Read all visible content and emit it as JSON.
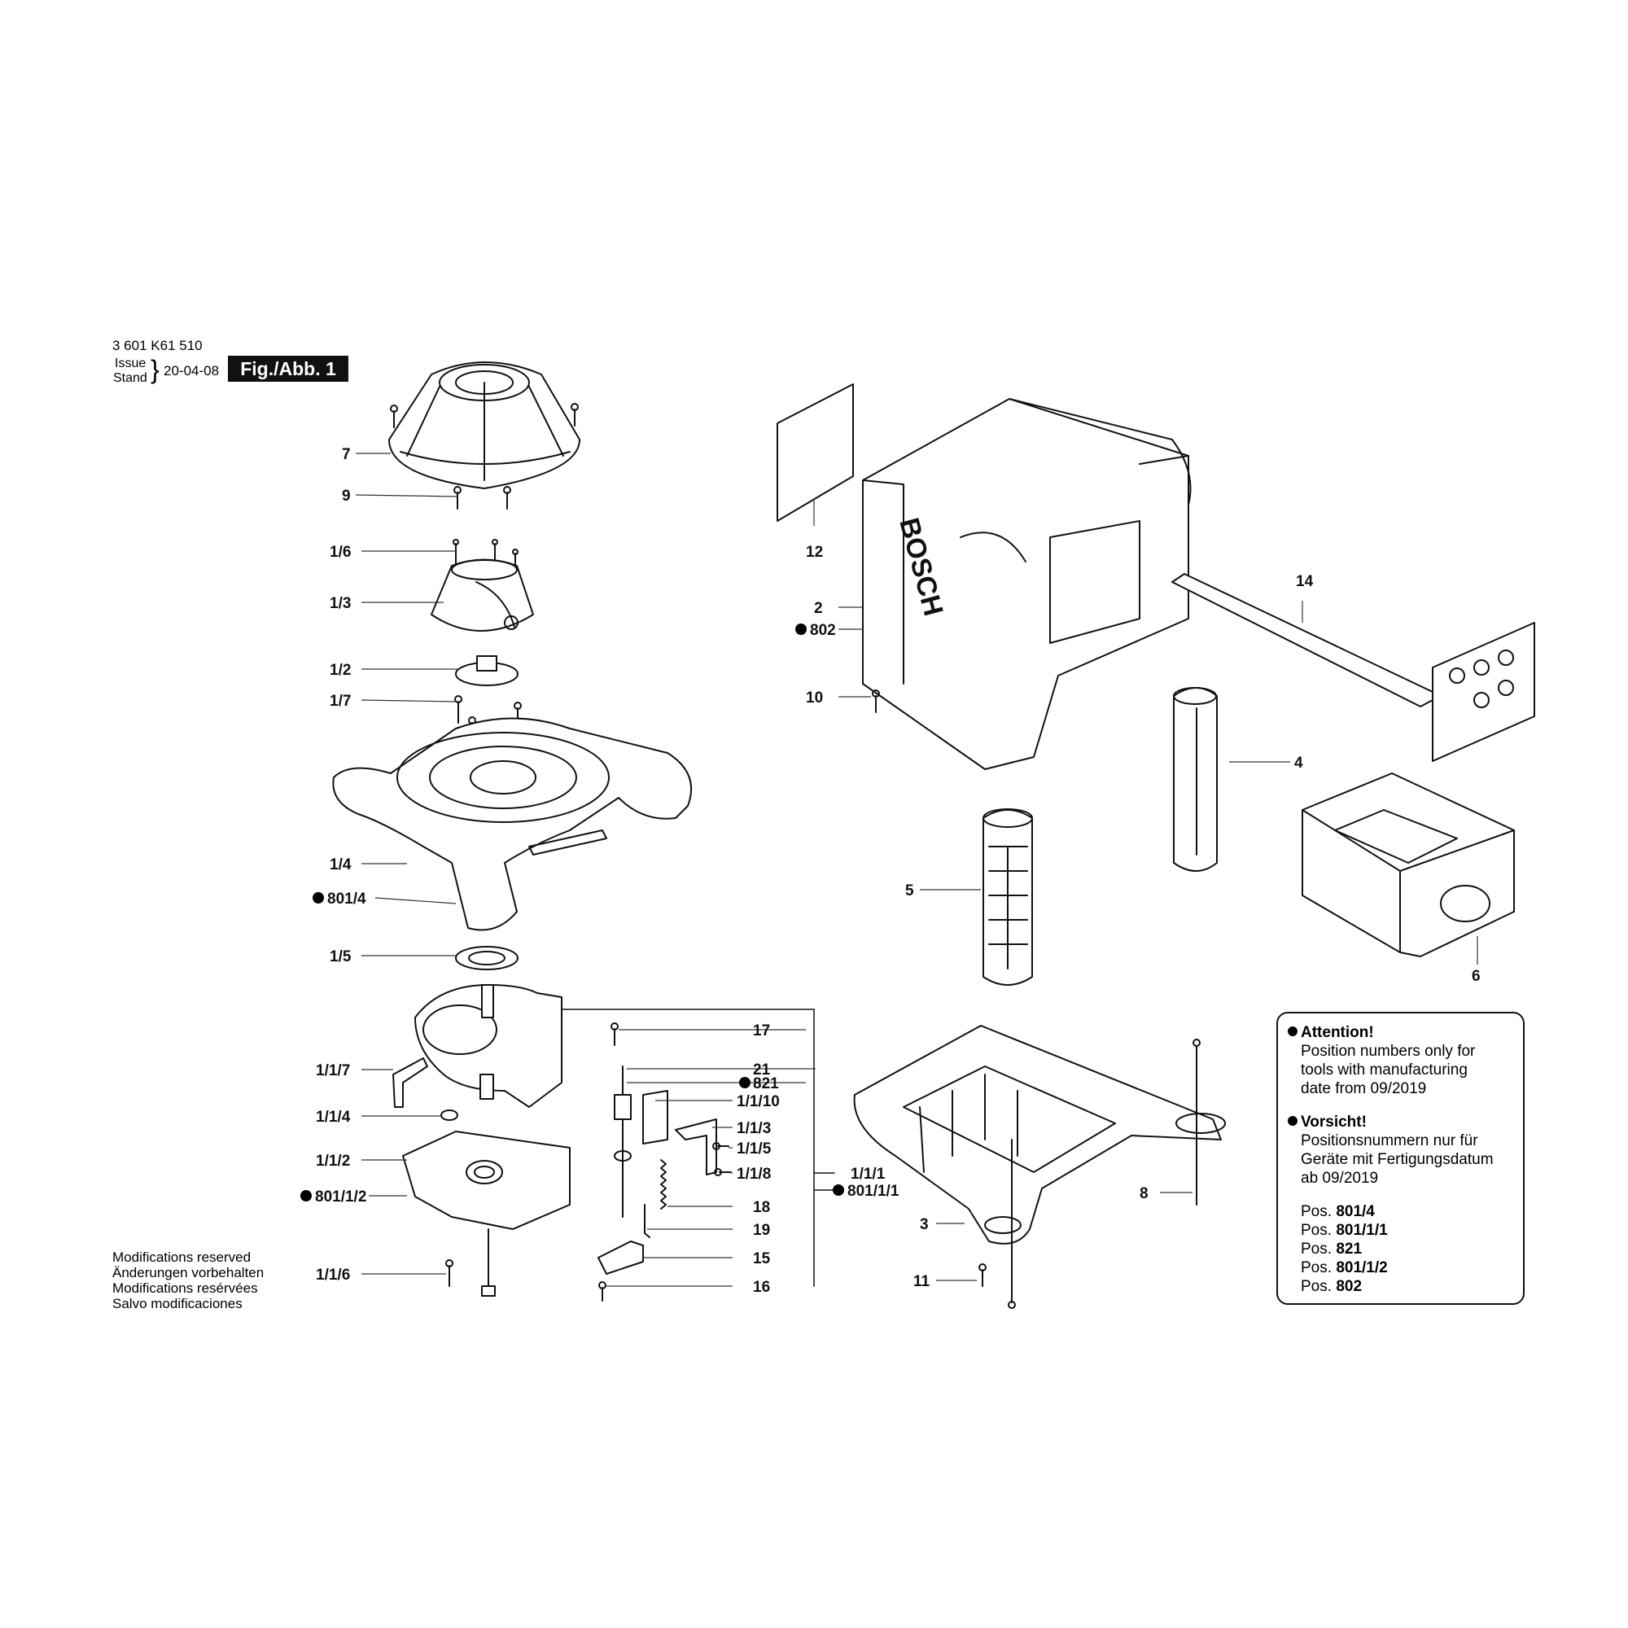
{
  "header": {
    "part_number": "3 601 K61 510",
    "issue_label": "Issue",
    "stand_label": "Stand",
    "date": "20-04-08",
    "figure_label": "Fig./Abb. 1"
  },
  "modifications": [
    "Modifications reserved",
    "Änderungen vorbehalten",
    "Modifications resérvées",
    "Salvo modificaciones"
  ],
  "notice": {
    "attention_title": "Attention!",
    "attention_lines": [
      "Position  numbers only for",
      "tools with manufacturing",
      "date from 09/2019"
    ],
    "vorsicht_title": "Vorsicht!",
    "vorsicht_lines": [
      "Positionsnummern nur für",
      "Geräte mit Fertigungsdatum",
      "ab 09/2019"
    ],
    "pos_prefix": "Pos.",
    "positions": [
      "801/4",
      "801/1/1",
      "821",
      "801/1/2",
      "802"
    ]
  },
  "brand_text": "BOSCH",
  "callouts": {
    "c7": "7",
    "c9": "9",
    "c1_6": "1/6",
    "c1_3": "1/3",
    "c1_2": "1/2",
    "c1_7": "1/7",
    "c1_4": "1/4",
    "c801_4": "801/4",
    "c1_5": "1/5",
    "c1_1_7": "1/1/7",
    "c1_1_4": "1/1/4",
    "c1_1_2": "1/1/2",
    "c801_1_2": "801/1/2",
    "c1_1_6": "1/1/6",
    "c17": "17",
    "c21": "21",
    "c821": "821",
    "c1_1_10": "1/1/10",
    "c1_1_3": "1/1/3",
    "c1_1_5": "1/1/5",
    "c1_1_8": "1/1/8",
    "c18": "18",
    "c19": "19",
    "c15": "15",
    "c16": "16",
    "c1_1_1": "1/1/1",
    "c801_1_1": "801/1/1",
    "c12": "12",
    "c2": "2",
    "c802": "802",
    "c10": "10",
    "c14": "14",
    "c4": "4",
    "c5": "5",
    "c6": "6",
    "c8": "8",
    "c3": "3",
    "c11": "11"
  }
}
